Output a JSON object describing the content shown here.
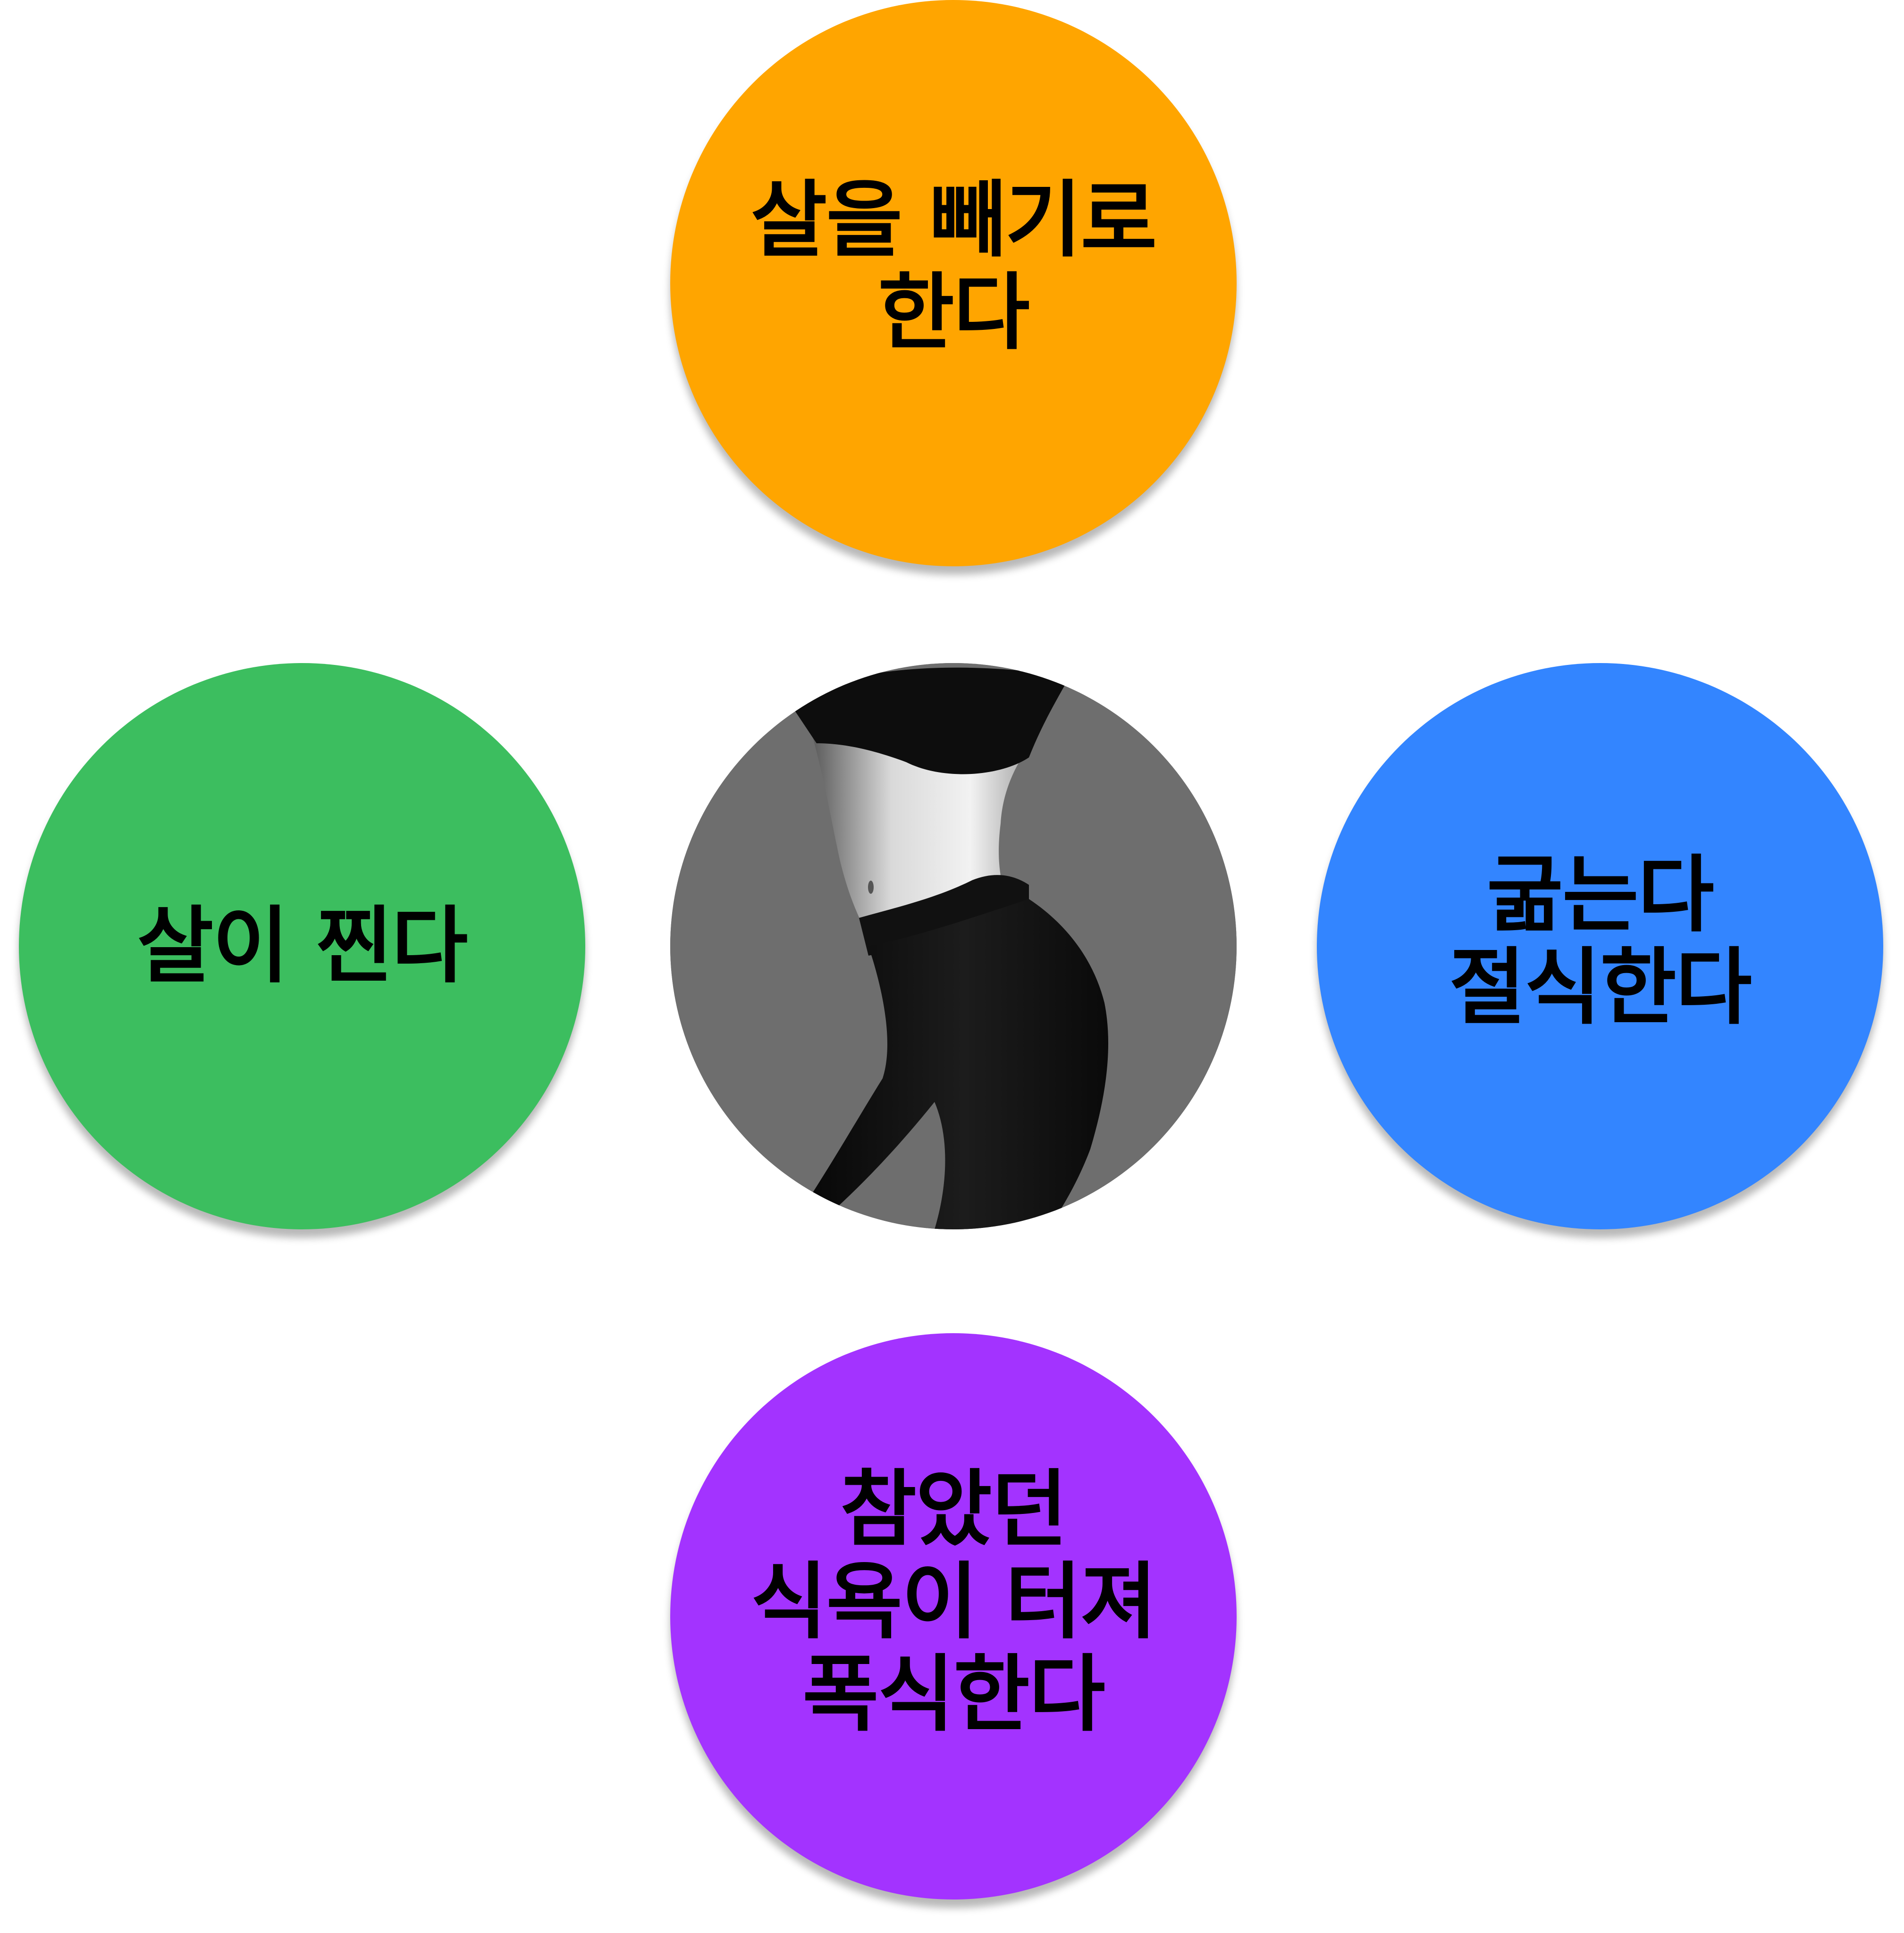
{
  "diagram": {
    "type": "cycle",
    "nodes": [
      {
        "id": "top",
        "lines": [
          "살을 빼기로",
          "한다"
        ],
        "color": "#FFA500"
      },
      {
        "id": "right",
        "lines": [
          "굶는다",
          "절식한다"
        ],
        "color": "#3385FF"
      },
      {
        "id": "bottom",
        "lines": [
          "참았던",
          "식욕이 터져",
          "폭식한다"
        ],
        "color": "#A333FF"
      },
      {
        "id": "left",
        "lines": [
          "살이 찐다"
        ],
        "color": "#3CBE5F"
      }
    ],
    "center": {
      "image": "black-and-white-photo-of-slim-waist-in-leggings",
      "background": "#6E6E6E"
    }
  }
}
